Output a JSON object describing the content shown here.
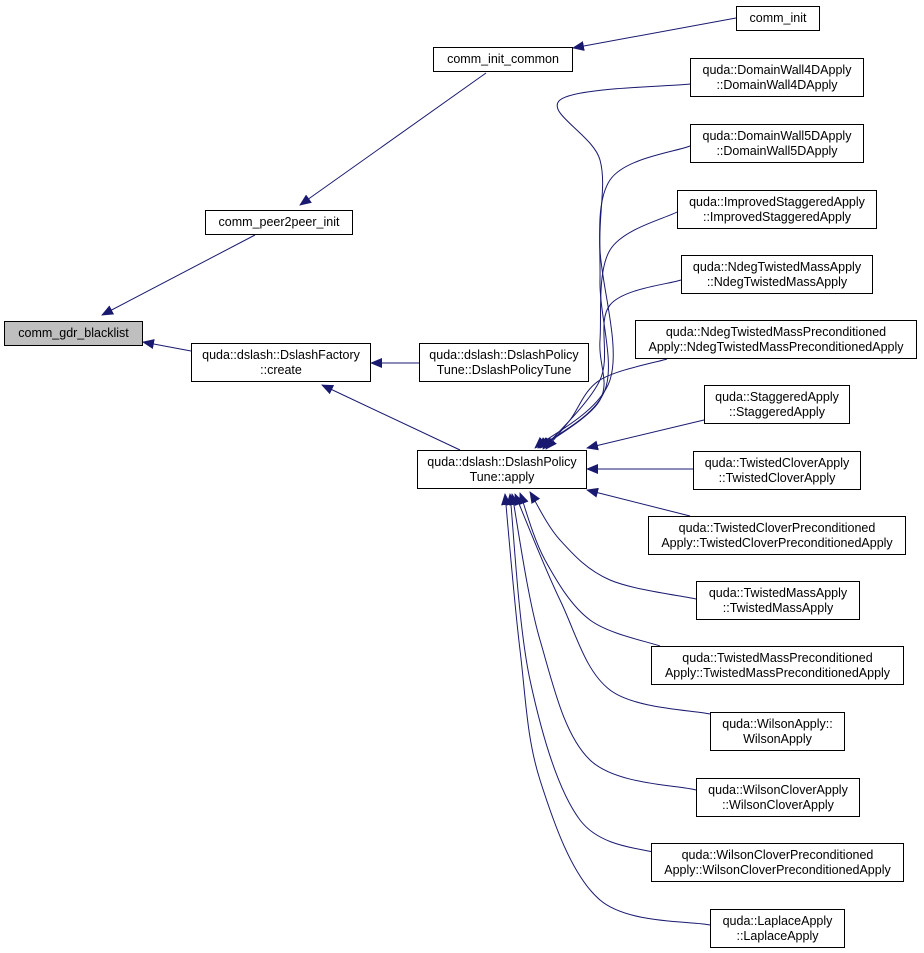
{
  "colors": {
    "edge": "#191970",
    "root_fill": "#bfbfbf",
    "node_fill": "#ffffff",
    "border": "#000000"
  },
  "nodes": [
    {
      "id": "comm_gdr_blacklist",
      "lines": [
        "comm_gdr_blacklist"
      ],
      "root": true
    },
    {
      "id": "comm_peer2peer_init",
      "lines": [
        "comm_peer2peer_init"
      ]
    },
    {
      "id": "comm_init_common",
      "lines": [
        "comm_init_common"
      ]
    },
    {
      "id": "comm_init",
      "lines": [
        "comm_init"
      ]
    },
    {
      "id": "dslashfactory_create",
      "lines": [
        "quda::dslash::DslashFactory",
        "::create"
      ]
    },
    {
      "id": "dslashpolicytune_ctor",
      "lines": [
        "quda::dslash::DslashPolicy",
        "Tune::DslashPolicyTune"
      ]
    },
    {
      "id": "dslashpolicytune_apply",
      "lines": [
        "quda::dslash::DslashPolicy",
        "Tune::apply"
      ]
    },
    {
      "id": "domainwall4d",
      "lines": [
        "quda::DomainWall4DApply",
        "::DomainWall4DApply"
      ]
    },
    {
      "id": "domainwall5d",
      "lines": [
        "quda::DomainWall5DApply",
        "::DomainWall5DApply"
      ]
    },
    {
      "id": "improvedstaggered",
      "lines": [
        "quda::ImprovedStaggeredApply",
        "::ImprovedStaggeredApply"
      ]
    },
    {
      "id": "ndegtwistedmass",
      "lines": [
        "quda::NdegTwistedMassApply",
        "::NdegTwistedMassApply"
      ]
    },
    {
      "id": "ndegtwistedmassprec",
      "lines": [
        "quda::NdegTwistedMassPreconditioned",
        "Apply::NdegTwistedMassPreconditionedApply"
      ]
    },
    {
      "id": "staggered",
      "lines": [
        "quda::StaggeredApply",
        "::StaggeredApply"
      ]
    },
    {
      "id": "twistedclover",
      "lines": [
        "quda::TwistedCloverApply",
        "::TwistedCloverApply"
      ]
    },
    {
      "id": "twistedcloverprec",
      "lines": [
        "quda::TwistedCloverPreconditioned",
        "Apply::TwistedCloverPreconditionedApply"
      ]
    },
    {
      "id": "twistedmass",
      "lines": [
        "quda::TwistedMassApply",
        "::TwistedMassApply"
      ]
    },
    {
      "id": "twistedmassprec",
      "lines": [
        "quda::TwistedMassPreconditioned",
        "Apply::TwistedMassPreconditionedApply"
      ]
    },
    {
      "id": "wilson",
      "lines": [
        "quda::WilsonApply::",
        "WilsonApply"
      ]
    },
    {
      "id": "wilsonclover",
      "lines": [
        "quda::WilsonCloverApply",
        "::WilsonCloverApply"
      ]
    },
    {
      "id": "wilsoncloverprec",
      "lines": [
        "quda::WilsonCloverPreconditioned",
        "Apply::WilsonCloverPreconditionedApply"
      ]
    },
    {
      "id": "laplace",
      "lines": [
        "quda::LaplaceApply",
        "::LaplaceApply"
      ]
    }
  ],
  "edges": [
    {
      "from": "comm_peer2peer_init",
      "to": "comm_gdr_blacklist"
    },
    {
      "from": "comm_init_common",
      "to": "comm_peer2peer_init"
    },
    {
      "from": "comm_init",
      "to": "comm_init_common"
    },
    {
      "from": "dslashfactory_create",
      "to": "comm_gdr_blacklist"
    },
    {
      "from": "dslashpolicytune_ctor",
      "to": "dslashfactory_create"
    },
    {
      "from": "dslashpolicytune_apply",
      "to": "dslashfactory_create"
    },
    {
      "from": "domainwall4d",
      "to": "dslashpolicytune_apply"
    },
    {
      "from": "domainwall5d",
      "to": "dslashpolicytune_apply"
    },
    {
      "from": "improvedstaggered",
      "to": "dslashpolicytune_apply"
    },
    {
      "from": "ndegtwistedmass",
      "to": "dslashpolicytune_apply"
    },
    {
      "from": "ndegtwistedmassprec",
      "to": "dslashpolicytune_apply"
    },
    {
      "from": "staggered",
      "to": "dslashpolicytune_apply"
    },
    {
      "from": "twistedclover",
      "to": "dslashpolicytune_apply"
    },
    {
      "from": "twistedcloverprec",
      "to": "dslashpolicytune_apply"
    },
    {
      "from": "twistedmass",
      "to": "dslashpolicytune_apply"
    },
    {
      "from": "twistedmassprec",
      "to": "dslashpolicytune_apply"
    },
    {
      "from": "wilson",
      "to": "dslashpolicytune_apply"
    },
    {
      "from": "wilsonclover",
      "to": "dslashpolicytune_apply"
    },
    {
      "from": "wilsoncloverprec",
      "to": "dslashpolicytune_apply"
    },
    {
      "from": "laplace",
      "to": "dslashpolicytune_apply"
    }
  ]
}
